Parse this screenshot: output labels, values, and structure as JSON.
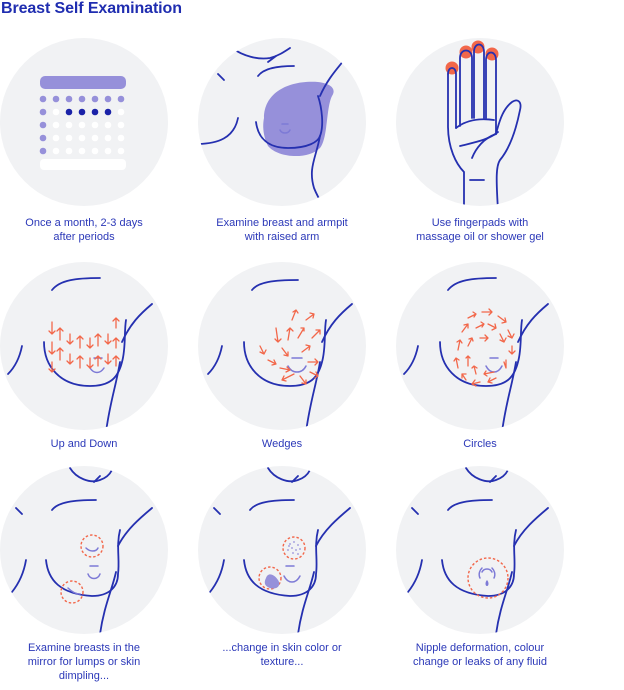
{
  "page": {
    "title": "Breast Self Examination"
  },
  "colors": {
    "title": "#1f2db0",
    "caption": "#2b38b8",
    "disc_bg": "#f1f2f4",
    "line": "#2530b0",
    "accent_purple": "#9690da",
    "accent_dark_blue": "#1a22a8",
    "accent_orange": "#f2674a"
  },
  "steps": [
    {
      "icon": "calendar-icon",
      "caption_line1": "Once a month, 2-3 days",
      "caption_line2": "after periods",
      "caption_line3": ""
    },
    {
      "icon": "breast-armpit-icon",
      "caption_line1": "Examine breast and armpit",
      "caption_line2": "with raised arm",
      "caption_line3": ""
    },
    {
      "icon": "hand-fingerpads-icon",
      "caption_line1": "Use fingerpads with",
      "caption_line2": "massage oil or shower gel",
      "caption_line3": ""
    },
    {
      "icon": "up-down-pattern-icon",
      "caption_line1": "Up and Down",
      "caption_line2": "",
      "caption_line3": ""
    },
    {
      "icon": "wedges-pattern-icon",
      "caption_line1": "Wedges",
      "caption_line2": "",
      "caption_line3": ""
    },
    {
      "icon": "circles-pattern-icon",
      "caption_line1": "Circles",
      "caption_line2": "",
      "caption_line3": ""
    },
    {
      "icon": "mirror-lumps-icon",
      "caption_line1": "Examine breasts in the",
      "caption_line2": "mirror for lumps or skin",
      "caption_line3": "dimpling..."
    },
    {
      "icon": "skin-texture-icon",
      "caption_line1": "...change in skin color or",
      "caption_line2": "texture...",
      "caption_line3": ""
    },
    {
      "icon": "nipple-change-icon",
      "caption_line1": "Nipple deformation, colour",
      "caption_line2": "change or leaks of any fluid",
      "caption_line3": ""
    }
  ]
}
